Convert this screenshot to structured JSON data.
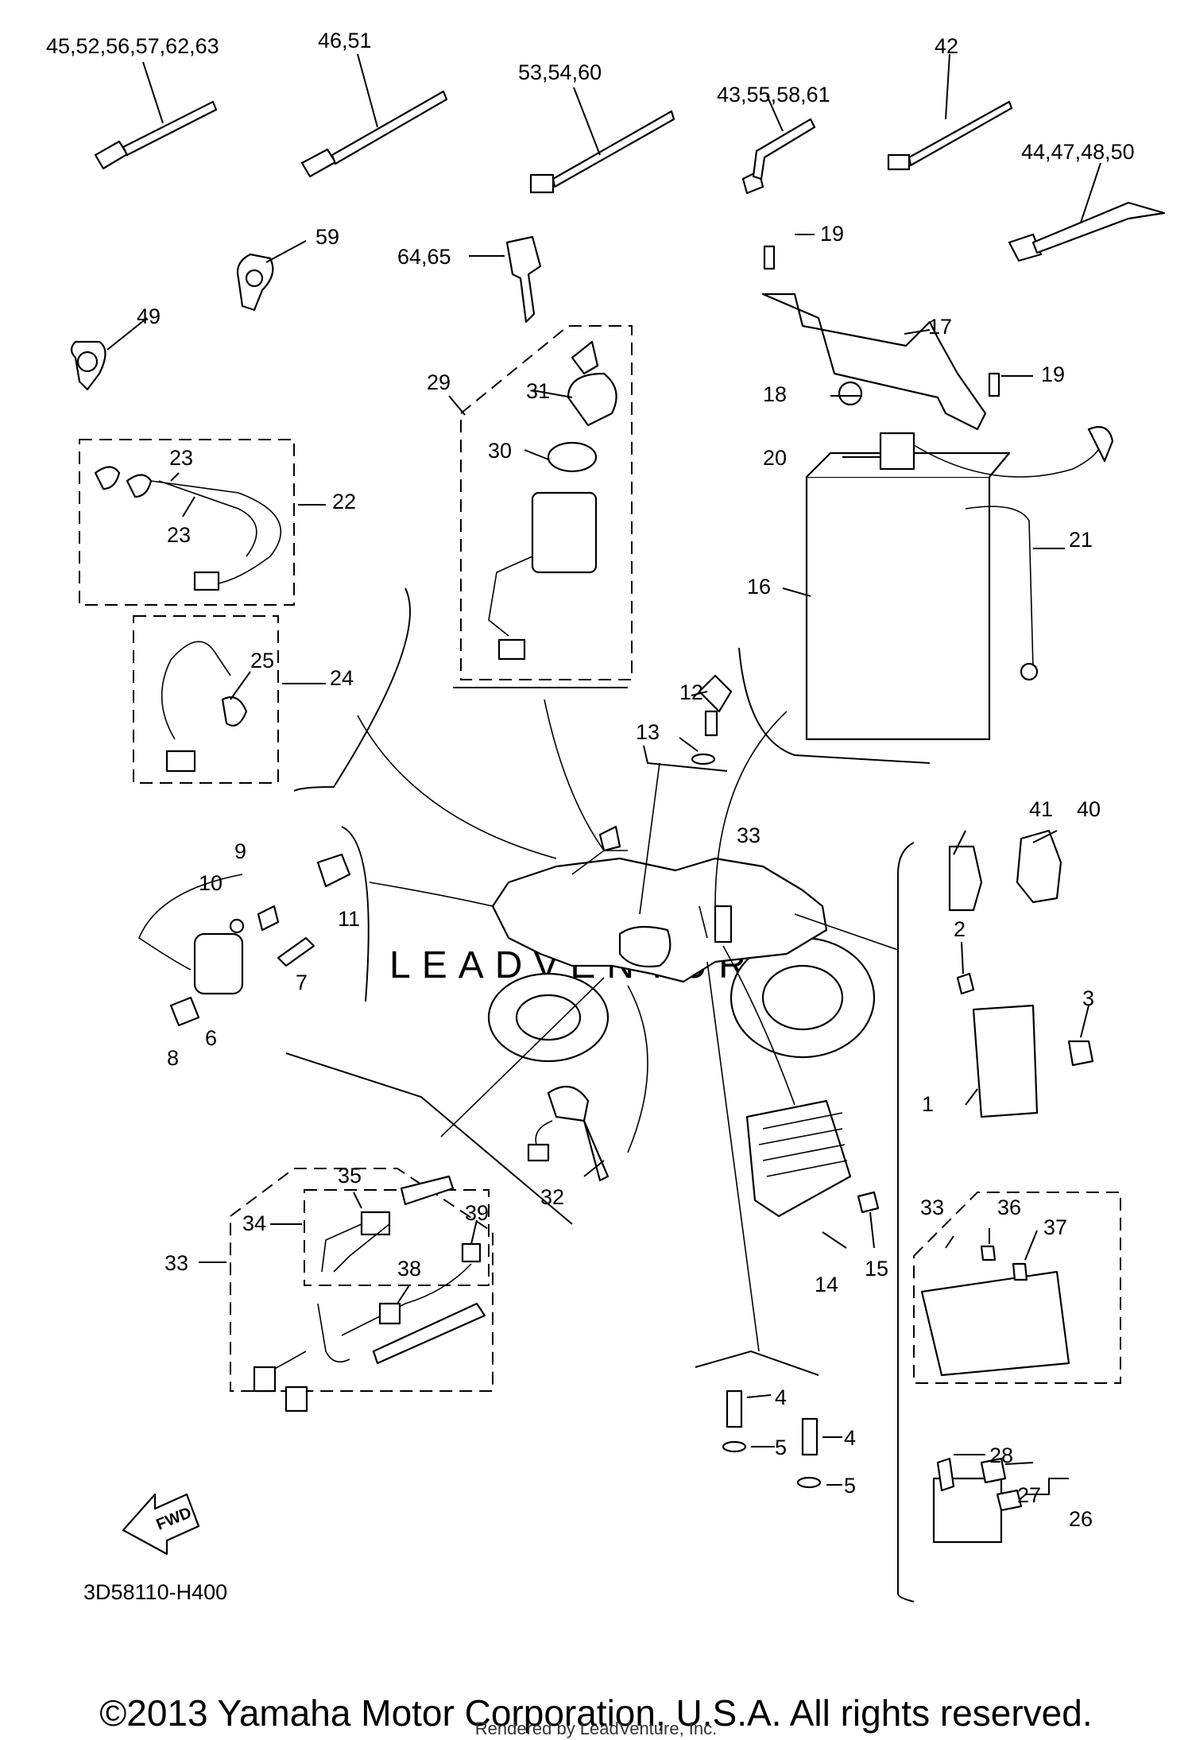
{
  "callouts": {
    "c1": "1",
    "c2": "2",
    "c3": "3",
    "c4a": "4",
    "c4b": "4",
    "c5a": "5",
    "c5b": "5",
    "c6": "6",
    "c7": "7",
    "c8": "8",
    "c9": "9",
    "c10": "10",
    "c11": "11",
    "c12": "12",
    "c13": "13",
    "c14": "14",
    "c15": "15",
    "c16": "16",
    "c17": "17",
    "c18": "18",
    "c19a": "19",
    "c19b": "19",
    "c20": "20",
    "c21": "21",
    "c22": "22",
    "c23a": "23",
    "c23b": "23",
    "c24": "24",
    "c25": "25",
    "c26": "26",
    "c27": "27",
    "c28": "28",
    "c29": "29",
    "c30": "30",
    "c31": "31",
    "c32": "32",
    "c33a": "33",
    "c33b": "33",
    "c33c": "33",
    "c34": "34",
    "c35": "35",
    "c36": "36",
    "c37": "37",
    "c38": "38",
    "c39": "39",
    "c40": "40",
    "c41": "41",
    "c42": "42",
    "c_group_1": "45,52,56,57,62,63",
    "c_group_2": "46,51",
    "c_group_3": "53,54,60",
    "c_group_4": "43,55,58,61",
    "c_group_5": "44,47,48,50",
    "c49": "49",
    "c59": "59",
    "c6465": "64,65"
  },
  "fwd_label": "FWD",
  "diagram_code": "3D58110-H400",
  "watermark": "LEADVENTURE",
  "copyright": "©2013 Yamaha Motor Corporation, U.S.A. All rights reserved.",
  "rendered_by": "Rendered by LeadVenture, Inc."
}
